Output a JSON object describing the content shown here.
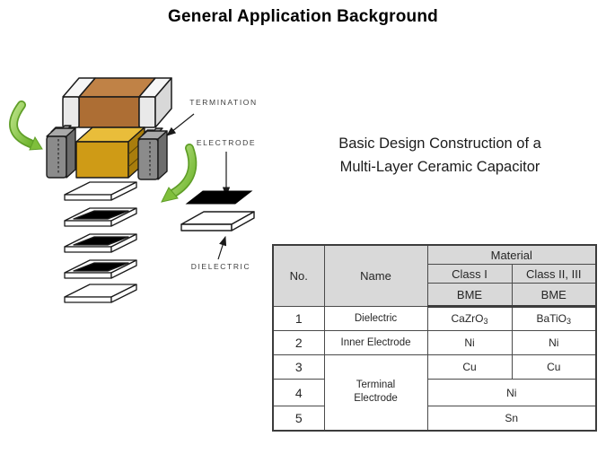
{
  "title": "General Application Background",
  "caption": {
    "line1": "Basic Design Construction of a",
    "line2": "Multi-Layer Ceramic Capacitor"
  },
  "diagram": {
    "labels": {
      "termination": "TERMINATION",
      "electrode": "ELECTRODE",
      "dielectric": "DIELECTRIC"
    },
    "colors": {
      "chip_body_front": "#ad6e34",
      "chip_body_top": "#c08246",
      "chip_cap": "#e9e9e9",
      "ceramic_front": "#cf9b16",
      "ceramic_top": "#e9bd3a",
      "ceramic_side": "#a97d0c",
      "termination_gray": "#8b8b8b",
      "electrode_black": "#000000",
      "arrow_green": "#7fbf3b"
    }
  },
  "table": {
    "headers": {
      "no": "No.",
      "name": "Name",
      "material": "Material",
      "class1": "Class I",
      "class2": "Class II, III",
      "bme_class1": "BME",
      "bme_class2": "BME"
    },
    "rows": [
      {
        "no": "1",
        "name": "Dielectric",
        "class1": {
          "text": "CaZrO",
          "sub": "3"
        },
        "class2": {
          "text": "BaTiO",
          "sub": "3"
        }
      },
      {
        "no": "2",
        "name": "Inner Electrode",
        "class1": {
          "text": "Ni"
        },
        "class2": {
          "text": "Ni"
        }
      },
      {
        "no": "3",
        "name": "Terminal\nElectrode",
        "class1": {
          "text": "Cu"
        },
        "class2": {
          "text": "Cu"
        }
      },
      {
        "no": "4",
        "merged": "Ni"
      },
      {
        "no": "5",
        "merged": "Sn"
      }
    ]
  }
}
